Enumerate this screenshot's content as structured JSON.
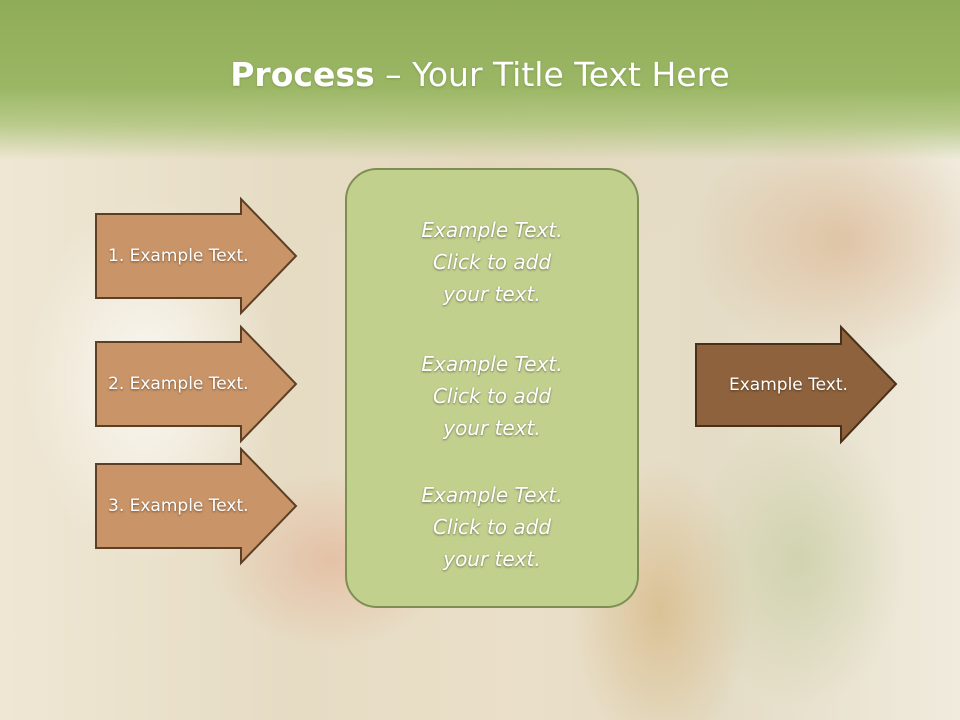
{
  "title": {
    "bold": "Process",
    "rest": " – Your Title Text Here"
  },
  "colors": {
    "left_arrow_fill": "#c99467",
    "left_arrow_stroke": "#5c4026",
    "right_arrow_fill": "#8e623c",
    "center_fill": "#c2d08e",
    "title_band": "#9bb765"
  },
  "left_steps": [
    {
      "label": "1. Example Text."
    },
    {
      "label": "2. Example Text."
    },
    {
      "label": "3. Example Text."
    }
  ],
  "center_items": [
    {
      "line1": "Example Text.",
      "line2": "Click  to add",
      "line3": "your text."
    },
    {
      "line1": "Example Text.",
      "line2": "Click  to add",
      "line3": "your text."
    },
    {
      "line1": "Example Text.",
      "line2": "Click  to add",
      "line3": "your text."
    }
  ],
  "right_step": {
    "label": "Example Text."
  }
}
